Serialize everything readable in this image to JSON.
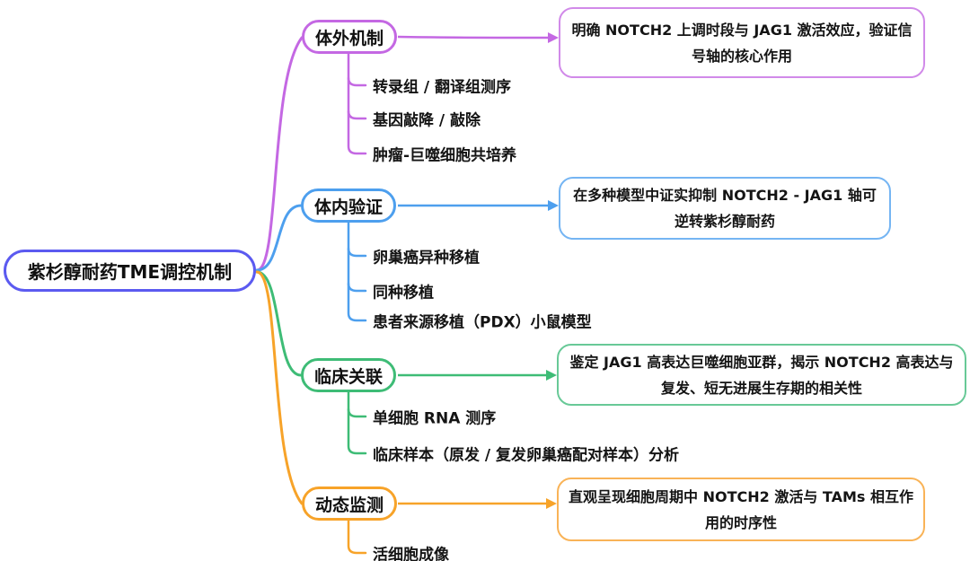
{
  "root": {
    "label": "紫杉醇耐药TME调控机制",
    "border_color": "#5b5af0"
  },
  "branches": [
    {
      "label": "体外机制",
      "color": "#c468e3",
      "box_border_color": "#d18ae9",
      "box_text": "明确 NOTCH2 上调时段与 JAG1 激活效应，验证信号轴的核心作用",
      "children": [
        "转录组 / 翻译组测序",
        "基因敲降 / 敲除",
        "肿瘤-巨噬细胞共培养"
      ]
    },
    {
      "label": "体内验证",
      "color": "#4d9fee",
      "box_border_color": "#75b5f3",
      "box_text": "在多种模型中证实抑制 NOTCH2 - JAG1 轴可逆转紫杉醇耐药",
      "children": [
        "卵巢癌异种移植",
        "同种移植",
        "患者来源移植（PDX）小鼠模型"
      ]
    },
    {
      "label": "临床关联",
      "color": "#3ebc76",
      "box_border_color": "#68c997",
      "box_text": "鉴定 JAG1 高表达巨噬细胞亚群，揭示 NOTCH2 高表达与复发、短无进展生存期的相关性",
      "children": [
        "单细胞 RNA 测序",
        "临床样本（原发 / 复发卵巢癌配对样本）分析"
      ]
    },
    {
      "label": "动态监测",
      "color": "#f7a329",
      "box_border_color": "#f9b357",
      "box_text": "直观呈现细胞周期中 NOTCH2 激活与 TAMs 相互作用的时序性",
      "children": [
        "活细胞成像"
      ]
    }
  ]
}
